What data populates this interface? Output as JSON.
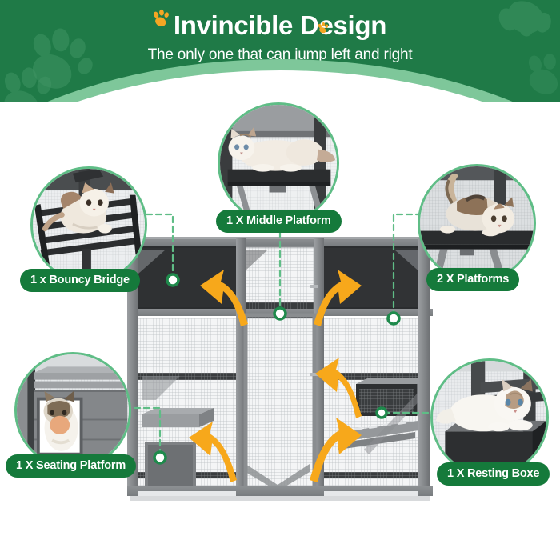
{
  "header": {
    "title": "Invincible Design",
    "subtitle": "The only one that can jump left and right",
    "bg_color": "#1f7a47",
    "arc_color": "#7ec79a",
    "paw_accent_color": "#f5a623",
    "decorative_paws": [
      "paw-print-icon",
      "paw-print-icon",
      "paw-print-icon",
      "paw-print-icon"
    ]
  },
  "colors": {
    "pill_green": "#157a3b",
    "ring_green": "#5fbd86",
    "connector_green": "#5fbd86",
    "arrow_orange": "#f7a81b"
  },
  "product": {
    "name": "wooden-cat-catio-enclosure",
    "alt": "Large grey wooden outdoor cat catio enclosure with wire mesh panels, ramps, platforms and a resting box"
  },
  "callouts": [
    {
      "id": "bouncy-bridge",
      "label": "1 x Bouncy Bridge",
      "photo": "cat-on-bouncy-bridge",
      "position": "top-left"
    },
    {
      "id": "middle-platform",
      "label": "1 X Middle Platform",
      "photo": "cat-lying-on-middle-platform",
      "position": "top-center"
    },
    {
      "id": "platforms",
      "label": "2 X Platforms",
      "photo": "cat-crouching-on-platform",
      "position": "top-right"
    },
    {
      "id": "seating-platform",
      "label": "1 X Seating Platform",
      "photo": "cat-inside-seating-platform",
      "position": "bottom-left"
    },
    {
      "id": "resting-boxe",
      "label": "1 X Resting Boxe",
      "photo": "white-cat-lying-on-resting-box",
      "position": "bottom-right"
    }
  ],
  "arrows": [
    {
      "id": "jump-arrow-upper-left",
      "direction": "up-left"
    },
    {
      "id": "jump-arrow-upper-right",
      "direction": "up-right"
    },
    {
      "id": "jump-arrow-lower-right",
      "direction": "up-left"
    },
    {
      "id": "jump-arrow-lower-center",
      "direction": "up-right"
    },
    {
      "id": "jump-arrow-lower-left",
      "direction": "up-left"
    }
  ]
}
